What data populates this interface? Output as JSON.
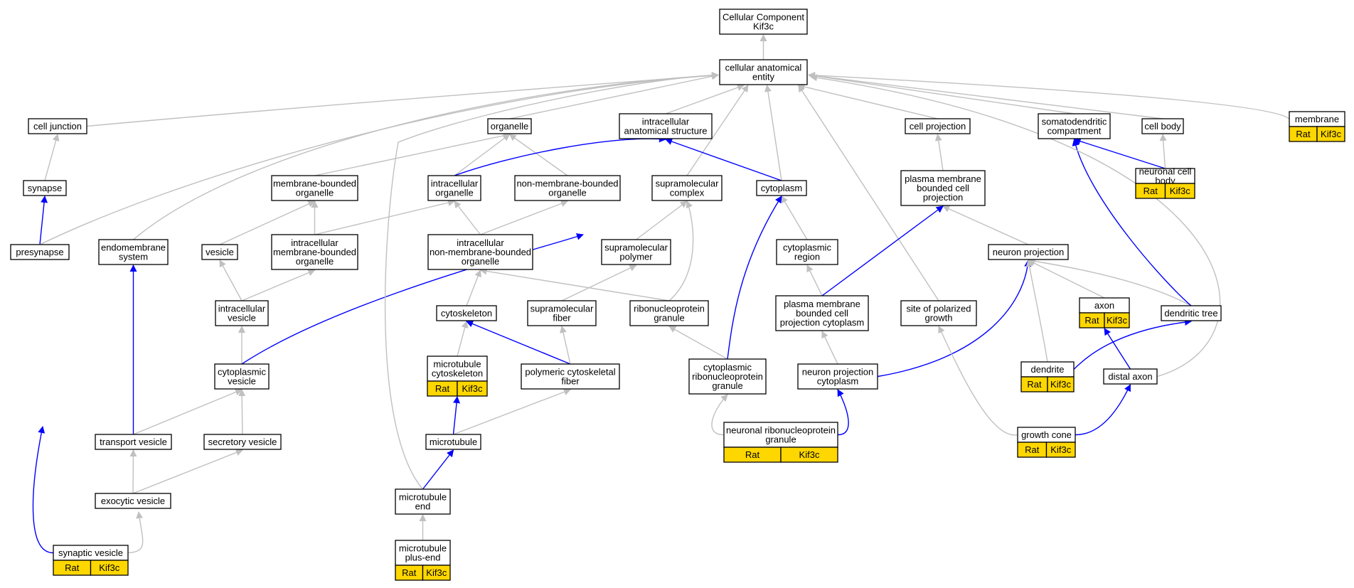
{
  "colors": {
    "regulates": "#0000ff",
    "is_a": "#c0c0c0",
    "annotation_fill": "#ffd700",
    "node_border": "#000000"
  },
  "nodes": {
    "root": {
      "lines": [
        "Cellular Component",
        "Kif3c"
      ]
    },
    "cae": {
      "lines": [
        "cellular anatomical",
        "entity"
      ]
    },
    "cell_junction": {
      "lines": [
        "cell junction"
      ]
    },
    "organelle": {
      "lines": [
        "organelle"
      ]
    },
    "ias": {
      "lines": [
        "intracellular",
        "anatomical structure"
      ]
    },
    "cell_projection": {
      "lines": [
        "cell projection"
      ]
    },
    "somato": {
      "lines": [
        "somatodendritic",
        "compartment"
      ]
    },
    "cell_body": {
      "lines": [
        "cell body"
      ]
    },
    "membrane": {
      "lines": [
        "membrane"
      ],
      "ann": [
        "Rat",
        "Kif3c"
      ]
    },
    "synapse": {
      "lines": [
        "synapse"
      ]
    },
    "mbo": {
      "lines": [
        "membrane-bounded",
        "organelle"
      ]
    },
    "io": {
      "lines": [
        "intracellular",
        "organelle"
      ]
    },
    "nmbo": {
      "lines": [
        "non-membrane-bounded",
        "organelle"
      ]
    },
    "smc": {
      "lines": [
        "supramolecular",
        "complex"
      ]
    },
    "cytoplasm": {
      "lines": [
        "cytoplasm"
      ]
    },
    "pmbcp": {
      "lines": [
        "plasma membrane",
        "bounded cell",
        "projection"
      ]
    },
    "ncb": {
      "lines": [
        "neuronal cell",
        "body"
      ],
      "ann": [
        "Rat",
        "Kif3c"
      ]
    },
    "presynapse": {
      "lines": [
        "presynapse"
      ]
    },
    "endo": {
      "lines": [
        "endomembrane",
        "system"
      ]
    },
    "vesicle": {
      "lines": [
        "vesicle"
      ]
    },
    "imbo": {
      "lines": [
        "intracellular",
        "membrane-bounded",
        "organelle"
      ]
    },
    "inmbo": {
      "lines": [
        "intracellular",
        "non-membrane-bounded",
        "organelle"
      ]
    },
    "smp": {
      "lines": [
        "supramolecular",
        "polymer"
      ]
    },
    "cyto_region": {
      "lines": [
        "cytoplasmic",
        "region"
      ]
    },
    "neuron_proj": {
      "lines": [
        "neuron projection"
      ]
    },
    "iv": {
      "lines": [
        "intracellular",
        "vesicle"
      ]
    },
    "cytoskeleton": {
      "lines": [
        "cytoskeleton"
      ]
    },
    "smf": {
      "lines": [
        "supramolecular",
        "fiber"
      ]
    },
    "rnp": {
      "lines": [
        "ribonucleoprotein",
        "granule"
      ]
    },
    "pmbcpc": {
      "lines": [
        "plasma membrane",
        "bounded cell",
        "projection cytoplasm"
      ]
    },
    "spg": {
      "lines": [
        "site of polarized",
        "growth"
      ]
    },
    "axon": {
      "lines": [
        "axon"
      ],
      "ann": [
        "Rat",
        "Kif3c"
      ]
    },
    "dendritic_tree": {
      "lines": [
        "dendritic tree"
      ]
    },
    "cv": {
      "lines": [
        "cytoplasmic",
        "vesicle"
      ]
    },
    "mt_cyto": {
      "lines": [
        "microtubule",
        "cytoskeleton"
      ],
      "ann": [
        "Rat",
        "Kif3c"
      ]
    },
    "pcf": {
      "lines": [
        "polymeric cytoskeletal",
        "fiber"
      ]
    },
    "crnp": {
      "lines": [
        "cytoplasmic",
        "ribonucleoprotein",
        "granule"
      ]
    },
    "npc": {
      "lines": [
        "neuron projection",
        "cytoplasm"
      ]
    },
    "dendrite": {
      "lines": [
        "dendrite"
      ],
      "ann": [
        "Rat",
        "Kif3c"
      ]
    },
    "distal_axon": {
      "lines": [
        "distal axon"
      ]
    },
    "transport_vesicle": {
      "lines": [
        "transport vesicle"
      ]
    },
    "secretory_vesicle": {
      "lines": [
        "secretory vesicle"
      ]
    },
    "microtubule": {
      "lines": [
        "microtubule"
      ]
    },
    "nrnp": {
      "lines": [
        "neuronal ribonucleoprotein",
        "granule"
      ],
      "ann": [
        "Rat",
        "Kif3c"
      ]
    },
    "growth_cone": {
      "lines": [
        "growth cone"
      ],
      "ann": [
        "Rat",
        "Kif3c"
      ]
    },
    "exocytic_vesicle": {
      "lines": [
        "exocytic vesicle"
      ]
    },
    "mt_end": {
      "lines": [
        "microtubule",
        "end"
      ]
    },
    "synaptic_vesicle": {
      "lines": [
        "synaptic vesicle"
      ],
      "ann": [
        "Rat",
        "Kif3c"
      ]
    },
    "mt_plus_end": {
      "lines": [
        "microtubule",
        "plus-end"
      ],
      "ann": [
        "Rat",
        "Kif3c"
      ]
    }
  }
}
